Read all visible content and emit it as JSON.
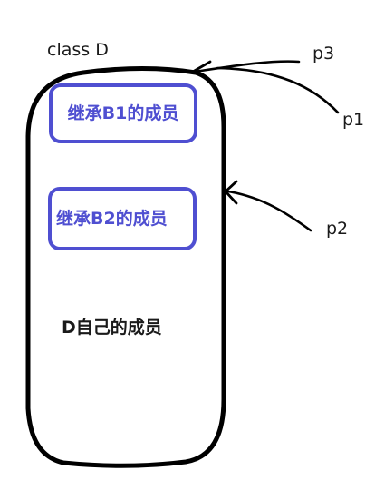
{
  "diagram": {
    "class_label": "class D",
    "members": [
      {
        "label": "继承B1的成员"
      },
      {
        "label": "继承B2的成员"
      }
    ],
    "own_members_label": "D自己的成员",
    "pointers": [
      {
        "label": "p3"
      },
      {
        "label": "p1"
      },
      {
        "label": "p2"
      }
    ],
    "colors": {
      "outline": "#000000",
      "member_box": "#4f4fd1",
      "text": "#1a1a1a"
    }
  }
}
